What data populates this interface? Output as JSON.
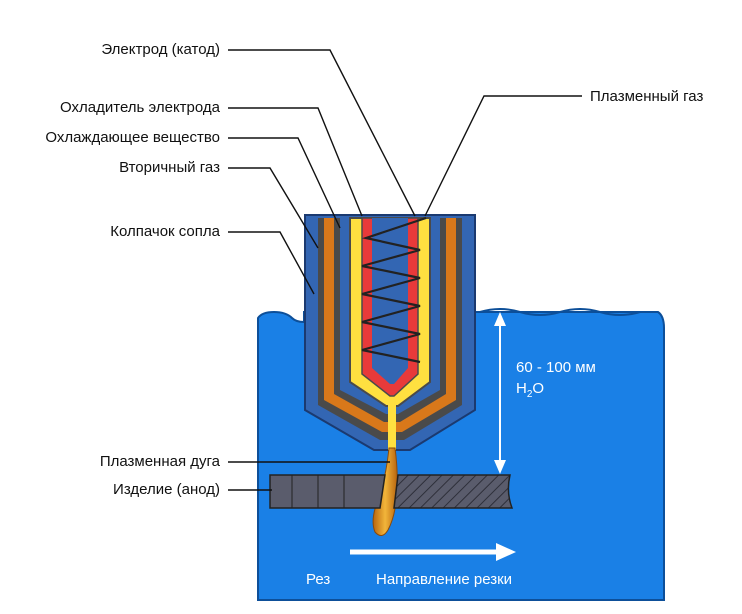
{
  "labels": {
    "electrode": "Электрод (катод)",
    "electrode_cooler": "Охладитель электрода",
    "coolant": "Охлаждающее вещество",
    "secondary_gas": "Вторичный газ",
    "nozzle_cap": "Колпачок сопла",
    "plasma_gas": "Плазменный газ",
    "plasma_arc": "Плазменная дуга",
    "workpiece": "Изделие (анод)",
    "depth": "60 - 100 мм",
    "water_h": "H",
    "water_sub": "2",
    "water_o": "O",
    "kerf": "Рез",
    "cut_direction": "Направление резки"
  },
  "colors": {
    "water": "#1a80e6",
    "torch_blue": "#3366b3",
    "dark_shell": "#4a4a4a",
    "orange": "#d9781a",
    "yellow": "#ffe040",
    "red": "#e83a3a",
    "plasma": "#e8a020",
    "workpiece": "#555566",
    "text": "#111111"
  }
}
